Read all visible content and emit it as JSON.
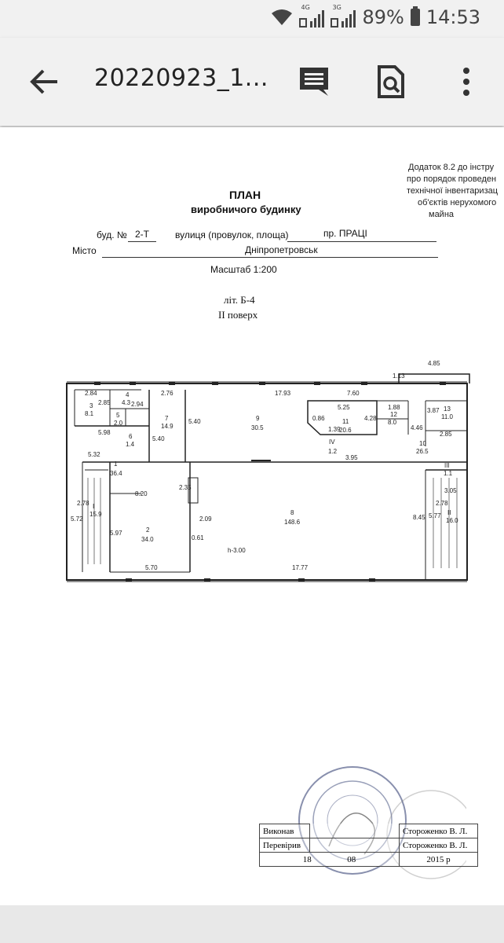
{
  "status_bar": {
    "network_4g": "4G",
    "network_3g": "3G",
    "battery": "89%",
    "time": "14:53"
  },
  "app_bar": {
    "title": "20220923_1...",
    "icons": [
      "back-arrow-icon",
      "comments-icon",
      "search-document-icon",
      "more-vert-icon"
    ]
  },
  "document": {
    "appendix": [
      "Додаток  8.2 до інстру",
      "про  порядок проведен",
      "технічної  інвентаризац",
      "об'єктів нерухомого",
      "майна"
    ],
    "title": "ПЛАН",
    "subtitle": "виробничого будинку",
    "building_label": "буд. №",
    "building_no": "2-Т",
    "street_label": "вулиця (провулок, площа)",
    "street": "пр.  ПРАЦІ",
    "city_label": "Місто",
    "city": "Дніпропетровськ",
    "scale": "Масштаб 1:200",
    "liter": "літ. Б-4",
    "floor": "II поверх",
    "rooms": [
      {
        "no": "1",
        "area": "36.4"
      },
      {
        "no": "2",
        "area": "34.0"
      },
      {
        "no": "3",
        "area": "8.1"
      },
      {
        "no": "4",
        "area": "4.3"
      },
      {
        "no": "5",
        "area": "2.0"
      },
      {
        "no": "6",
        "area": "1.4"
      },
      {
        "no": "7",
        "area": "14.9"
      },
      {
        "no": "8",
        "area": "148.6"
      },
      {
        "no": "9",
        "area": "30.5"
      },
      {
        "no": "10",
        "area": "26.5"
      },
      {
        "no": "11",
        "area": "20.6"
      },
      {
        "no": "12",
        "area": "8.0"
      },
      {
        "no": "13",
        "area": "11.0"
      },
      {
        "no": "I",
        "area": "15.9"
      },
      {
        "no": "II",
        "area": "16.0"
      },
      {
        "no": "III",
        "area": "1.1"
      },
      {
        "no": "IV",
        "area": "1.2"
      }
    ],
    "dims": [
      "4.85",
      "1.13",
      "2.84",
      "2.76",
      "17.93",
      "7.60",
      "2.85",
      "2.94",
      "5.25",
      "1.88",
      "0.86",
      "1.39",
      "4.28",
      "3.87",
      "4.46",
      "2.85",
      "5.40",
      "5.40",
      "5.98",
      "5.32",
      "3.95",
      "8.20",
      "2.35",
      "2.09",
      "0.61",
      "2.78",
      "5.72",
      "5.97",
      "5.70",
      "17.77",
      "h-3.00",
      "8.45",
      "3.05",
      "2.78",
      "5.77"
    ],
    "signatures": {
      "executed_label": "Виконав",
      "checked_label": "Перевірив",
      "executor": "Стороженко В. Л.",
      "checker": "Стороженко В. Л.",
      "date_day": "18",
      "date_month": "08",
      "year": "2015 р"
    }
  }
}
